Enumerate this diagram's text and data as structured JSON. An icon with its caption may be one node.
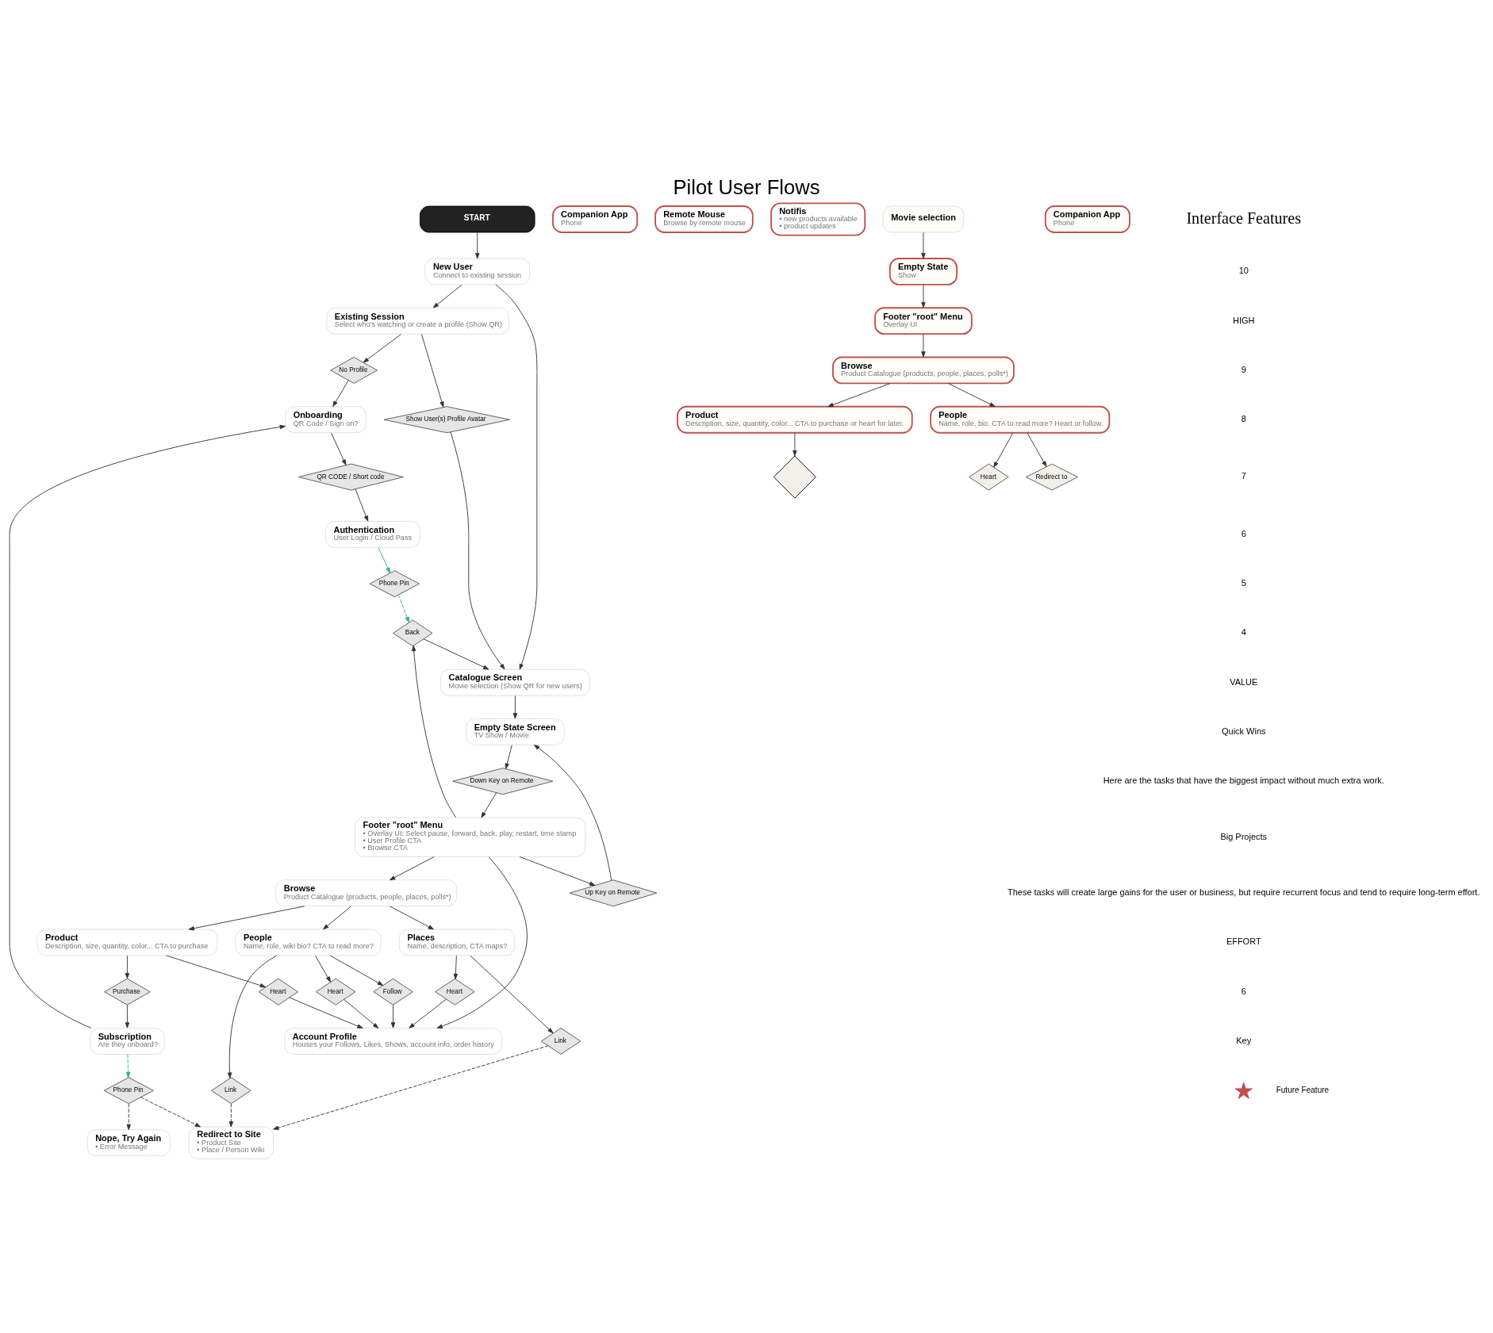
{
  "diagram": {
    "title": "Pilot User Flows",
    "nodes": [
      {
        "text": [
          "START"
        ]
      },
      {
        "text": [
          "New User",
          "Connect to existing session"
        ]
      },
      {
        "text": [
          "Existing Session",
          "Select who's watching or create a profile (Show QR)"
        ]
      },
      {
        "text": [
          "No Profile"
        ]
      },
      {
        "text": [
          "Show User(s) Profile Avatar"
        ]
      },
      {
        "text": [
          "Catalogue Screen",
          "Movie selection (Show QR for new users)"
        ]
      },
      {
        "text": [
          "Empty State Screen",
          "TV Show / Movie"
        ]
      },
      {
        "text": [
          "Down Key on Remote"
        ]
      },
      {
        "text": [
          "Up Key on Remote"
        ]
      },
      {
        "text": [
          "Companion App",
          "Phone"
        ]
      },
      {
        "text": [
          "Remote Mouse",
          "Browse by remote mouse"
        ]
      },
      {
        "text": [
          "Back"
        ]
      },
      {
        "text": [
          "Footer \"root\" Menu",
          "• Overlay UI: Select pause, forward, back, play, restart, time stamp",
          "• User Profile CTA",
          "• Browse CTA"
        ]
      },
      {
        "text": [
          "Browse",
          "Product Catalogue (products, people, places, polls*)"
        ]
      },
      {
        "text": [
          "Account Profile",
          "Houses your Follows, Likes, Shows, account info, order history"
        ]
      },
      {
        "text": [
          "Notifis",
          "• new products available",
          "• product updates"
        ]
      },
      {
        "text": [
          "Product",
          "Description, size, quantity, color... CTA to purchase"
        ]
      },
      {
        "text": [
          "People",
          "Name, role, wiki bio? CTA to read more?"
        ]
      },
      {
        "text": [
          "Places",
          "Name, description, CTA maps?"
        ]
      },
      {
        "text": [
          "Purchase"
        ]
      },
      {
        "text": [
          "Heart"
        ]
      },
      {
        "text": [
          "Heart"
        ]
      },
      {
        "text": [
          "Link"
        ]
      },
      {
        "text": [
          "Follow"
        ]
      },
      {
        "text": [
          "Heart"
        ]
      },
      {
        "text": [
          "Link"
        ]
      },
      {
        "text": [
          "Subscription",
          "Are they onboard?"
        ]
      },
      {
        "text": [
          "Phone Pin"
        ]
      },
      {
        "text": [
          "Nope, Try Again",
          "• Error Message"
        ]
      },
      {
        "text": [
          "Redirect to Site",
          "• Product Site",
          "• Place / Person Wiki"
        ]
      },
      {
        "text": [
          "Onboarding",
          "QR Code / Sign on?"
        ]
      },
      {
        "text": [
          "QR CODE / Short code"
        ]
      },
      {
        "text": [
          "Authentication",
          "User Login / Cloud Pass"
        ]
      },
      {
        "text": [
          "Phone Pin"
        ]
      },
      {
        "text": [
          "Movie selection"
        ]
      },
      {
        "text": [
          "Empty State",
          "Show"
        ]
      },
      {
        "text": [
          "Footer \"root\" Menu",
          "Overlay UI"
        ]
      },
      {
        "text": [
          "Companion App",
          "Phone"
        ]
      },
      {
        "text": [
          "Browse",
          "Product Catalogue (products, people, places, polls*)"
        ]
      },
      {
        "text": [
          "Product",
          "Description, size, quantity, color... CTA to purchase or heart for later."
        ]
      },
      {
        "text": [
          "People",
          "Name, role, bio. CTA to read more? Heart or follow."
        ]
      },
      {
        "text": [
          "Heart"
        ]
      },
      {
        "text": [
          "Redirect to"
        ]
      },
      {
        "text": [],
        "shape": "diamond"
      }
    ],
    "edges": [
      {
        "from": 0,
        "to": 1,
        "arrow": "to"
      },
      {
        "from": 1,
        "to": 2,
        "arrow": "to"
      },
      {
        "from": 1,
        "to": 5,
        "arrow": "to"
      },
      {
        "from": 2,
        "to": 3,
        "arrow": "to"
      },
      {
        "from": 2,
        "to": 4,
        "arrow": "to"
      },
      {
        "from": 4,
        "to": 5,
        "arrow": "to"
      },
      {
        "from": 5,
        "to": 6,
        "arrow": "to"
      },
      {
        "from": 6,
        "to": 7,
        "arrow": "to"
      },
      {
        "from": 7,
        "to": 12,
        "arrow": "to"
      },
      {
        "from": 12,
        "to": 8,
        "arrow": "to"
      },
      {
        "from": 8,
        "to": 6,
        "arrow": "to"
      },
      {
        "from": 12,
        "to": 11,
        "arrow": "to"
      },
      {
        "from": 11,
        "to": 5,
        "arrow": "to"
      },
      {
        "from": 12,
        "to": 13,
        "arrow": "to"
      },
      {
        "from": 12,
        "to": 14,
        "arrow": "to"
      },
      {
        "from": 13,
        "to": 16,
        "arrow": "to"
      },
      {
        "from": 13,
        "to": 17,
        "arrow": "to"
      },
      {
        "from": 13,
        "to": 18,
        "arrow": "to"
      },
      {
        "from": 16,
        "to": 19,
        "arrow": "to"
      },
      {
        "from": 16,
        "to": 20,
        "arrow": "to"
      },
      {
        "from": 17,
        "to": 21,
        "arrow": "to"
      },
      {
        "from": 17,
        "to": 22,
        "arrow": "to"
      },
      {
        "from": 17,
        "to": 23,
        "arrow": "to"
      },
      {
        "from": 18,
        "to": 24,
        "arrow": "to"
      },
      {
        "from": 18,
        "to": 25,
        "arrow": "to"
      },
      {
        "from": 20,
        "to": 14,
        "arrow": "to"
      },
      {
        "from": 21,
        "to": 14,
        "arrow": "to"
      },
      {
        "from": 23,
        "to": 14,
        "arrow": "to"
      },
      {
        "from": 24,
        "to": 14,
        "arrow": "to"
      },
      {
        "from": 22,
        "to": 29,
        "arrow": "to",
        "style": "dashed"
      },
      {
        "from": 25,
        "to": 29,
        "arrow": "to",
        "style": "dashed"
      },
      {
        "from": 19,
        "to": 26,
        "arrow": "to"
      },
      {
        "from": 3,
        "to": 30,
        "arrow": "to"
      },
      {
        "from": 26,
        "to": 30,
        "arrow": "to"
      },
      {
        "from": 26,
        "to": 27,
        "arrow": "to",
        "style": "dashed",
        "color": "#2bb673"
      },
      {
        "from": 27,
        "to": 29,
        "arrow": "to",
        "style": "dashed"
      },
      {
        "from": 27,
        "to": 28,
        "arrow": "to",
        "style": "dashed"
      },
      {
        "from": 30,
        "to": 31,
        "arrow": "to"
      },
      {
        "from": 31,
        "to": 32,
        "arrow": "to"
      },
      {
        "from": 32,
        "to": 33,
        "arrow": "to",
        "color": "#2bb673"
      },
      {
        "from": 33,
        "to": 11,
        "arrow": "to",
        "style": "dashed",
        "color": "#2bb673"
      },
      {
        "from": 34,
        "to": 35,
        "arrow": "to"
      },
      {
        "from": 35,
        "to": 36,
        "arrow": "to"
      },
      {
        "from": 36,
        "to": 38,
        "arrow": "to"
      },
      {
        "from": 38,
        "to": 39,
        "arrow": "to"
      },
      {
        "from": 38,
        "to": 40,
        "arrow": "to"
      },
      {
        "from": 39,
        "to": 43,
        "arrow": "to"
      },
      {
        "from": 40,
        "to": 41,
        "arrow": "to"
      },
      {
        "from": 40,
        "to": 42,
        "arrow": "to"
      }
    ],
    "labels": [
      "Interface Features",
      "10",
      "HIGH",
      "9",
      "8",
      "7",
      "6",
      "5",
      "4",
      "VALUE",
      "Quick Wins",
      "Here are the tasks that have the biggest impact without much extra work.",
      "Big Projects",
      "These tasks will create large gains for the user or business, but require recurrent focus and tend to require long-term effort.",
      "EFFORT",
      "6",
      "Key"
    ],
    "legend": [
      {
        "text": "Future Feature"
      }
    ]
  }
}
